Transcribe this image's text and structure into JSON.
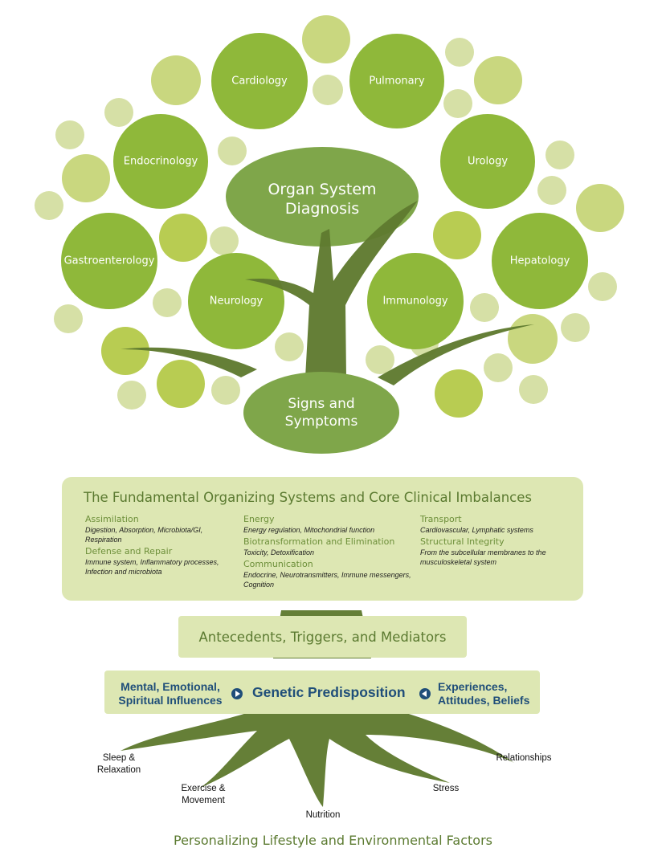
{
  "tree": {
    "organs": [
      "Cardiology",
      "Pulmonary",
      "Endocrinology",
      "Urology",
      "Gastroenterology",
      "Hepatology",
      "Neurology",
      "Immunology"
    ],
    "center_top": "Organ System Diagnosis",
    "center_mid": "Signs and Symptoms"
  },
  "systems": {
    "title": "The Fundamental Organizing Systems and Core Clinical Imbalances",
    "columns": [
      [
        {
          "heading": "Assimilation",
          "detail": "Digestion, Absorption, Microbiota/GI, Respiration"
        },
        {
          "heading": "Defense and Repair",
          "detail": "Immune system, Inflammatory processes, Infection and microbiota"
        }
      ],
      [
        {
          "heading": "Energy",
          "detail": "Energy regulation, Mitochondrial function"
        },
        {
          "heading": "Biotransformation and Elimination",
          "detail": "Toxicity, Detoxification"
        },
        {
          "heading": "Communication",
          "detail": "Endocrine, Neurotransmitters, Immune messengers, Cognition"
        }
      ],
      [
        {
          "heading": "Transport",
          "detail": "Cardiovascular, Lymphatic systems"
        },
        {
          "heading": "Structural Integrity",
          "detail": "From the subcellular membranes to the musculoskeletal system"
        }
      ]
    ]
  },
  "antecedents": "Antecedents, Triggers, and Mediators",
  "genetics": {
    "left": "Mental, Emotional, Spiritual Influences",
    "center": "Genetic Predisposition",
    "right": "Experiences, Attitudes, Beliefs"
  },
  "roots": {
    "sleep": "Sleep & Relaxation",
    "exercise": "Exercise & Movement",
    "nutrition": "Nutrition",
    "stress": "Stress",
    "relationships": "Relationships"
  },
  "footer": "Personalizing Lifestyle and Environmental Factors",
  "colors": {
    "trunk": "#5f7a2f",
    "organ_circle": "#8fb83a",
    "center_ellipse": "#7fa64a",
    "box": "#dde7b3",
    "navy": "#1f4e79"
  }
}
